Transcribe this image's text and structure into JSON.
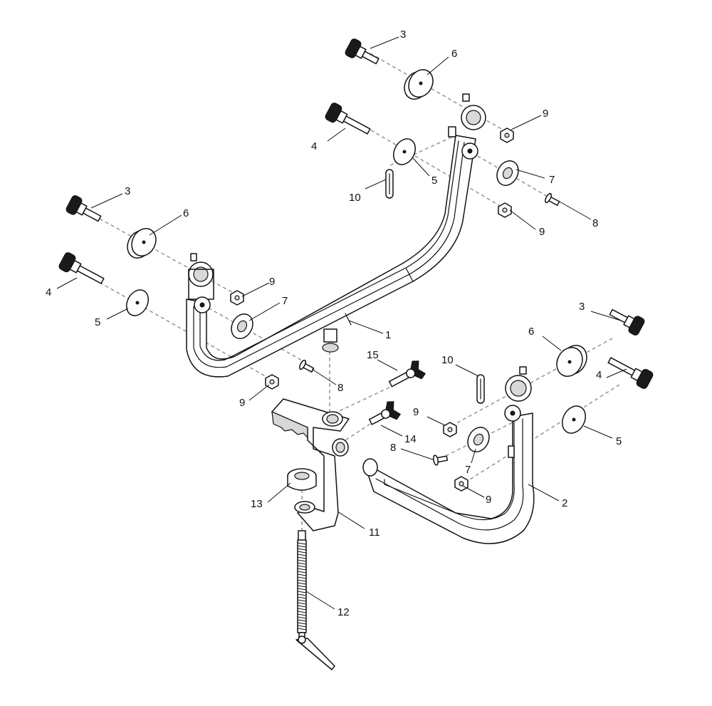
{
  "labels": {
    "l1": "1",
    "l2": "2",
    "l3a": "3",
    "l3b": "3",
    "l3c": "3",
    "l4a": "4",
    "l4b": "4",
    "l4c": "4",
    "l5a": "5",
    "l5b": "5",
    "l5c": "5",
    "l6a": "6",
    "l6b": "6",
    "l6c": "6",
    "l7a": "7",
    "l7b": "7",
    "l7c": "7",
    "l8a": "8",
    "l8b": "8",
    "l8c": "8",
    "l9a": "9",
    "l9b": "9",
    "l9c": "9",
    "l9d": "9",
    "l9e": "9",
    "l10a": "10",
    "l10b": "10",
    "l11": "11",
    "l12": "12",
    "l13": "13",
    "l14": "14",
    "l15": "15"
  }
}
